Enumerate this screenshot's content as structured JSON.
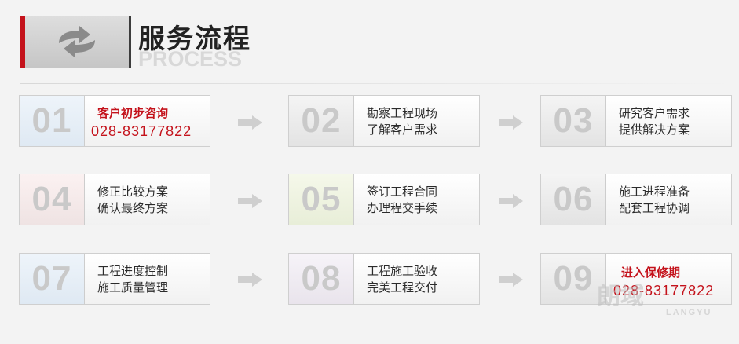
{
  "header": {
    "title": "服务流程",
    "subtitle": "PROCESS",
    "icon": "refresh-arrows-icon"
  },
  "steps": [
    {
      "number": "01",
      "line1": "客户初步咨询",
      "line2": "028-83177822"
    },
    {
      "number": "02",
      "line1": "勘察工程现场",
      "line2": "了解客户需求"
    },
    {
      "number": "03",
      "line1": "研究客户需求",
      "line2": "提供解决方案"
    },
    {
      "number": "04",
      "line1": "修正比较方案",
      "line2": "确认最终方案"
    },
    {
      "number": "05",
      "line1": "签订工程合同",
      "line2": "办理程交手续"
    },
    {
      "number": "06",
      "line1": "施工进程准备",
      "line2": "配套工程协调"
    },
    {
      "number": "07",
      "line1": "工程进度控制",
      "line2": "施工质量管理"
    },
    {
      "number": "08",
      "line1": "工程施工验收",
      "line2": "完美工程交付"
    },
    {
      "number": "09",
      "line1": "进入保修期",
      "line2": "028-83177822"
    }
  ],
  "watermark": {
    "text": "朗域",
    "sub": "LANGYU"
  },
  "colors": {
    "accent": "#c4121b",
    "number": "#c9c9c9",
    "arrow": "#cfcfcf"
  }
}
